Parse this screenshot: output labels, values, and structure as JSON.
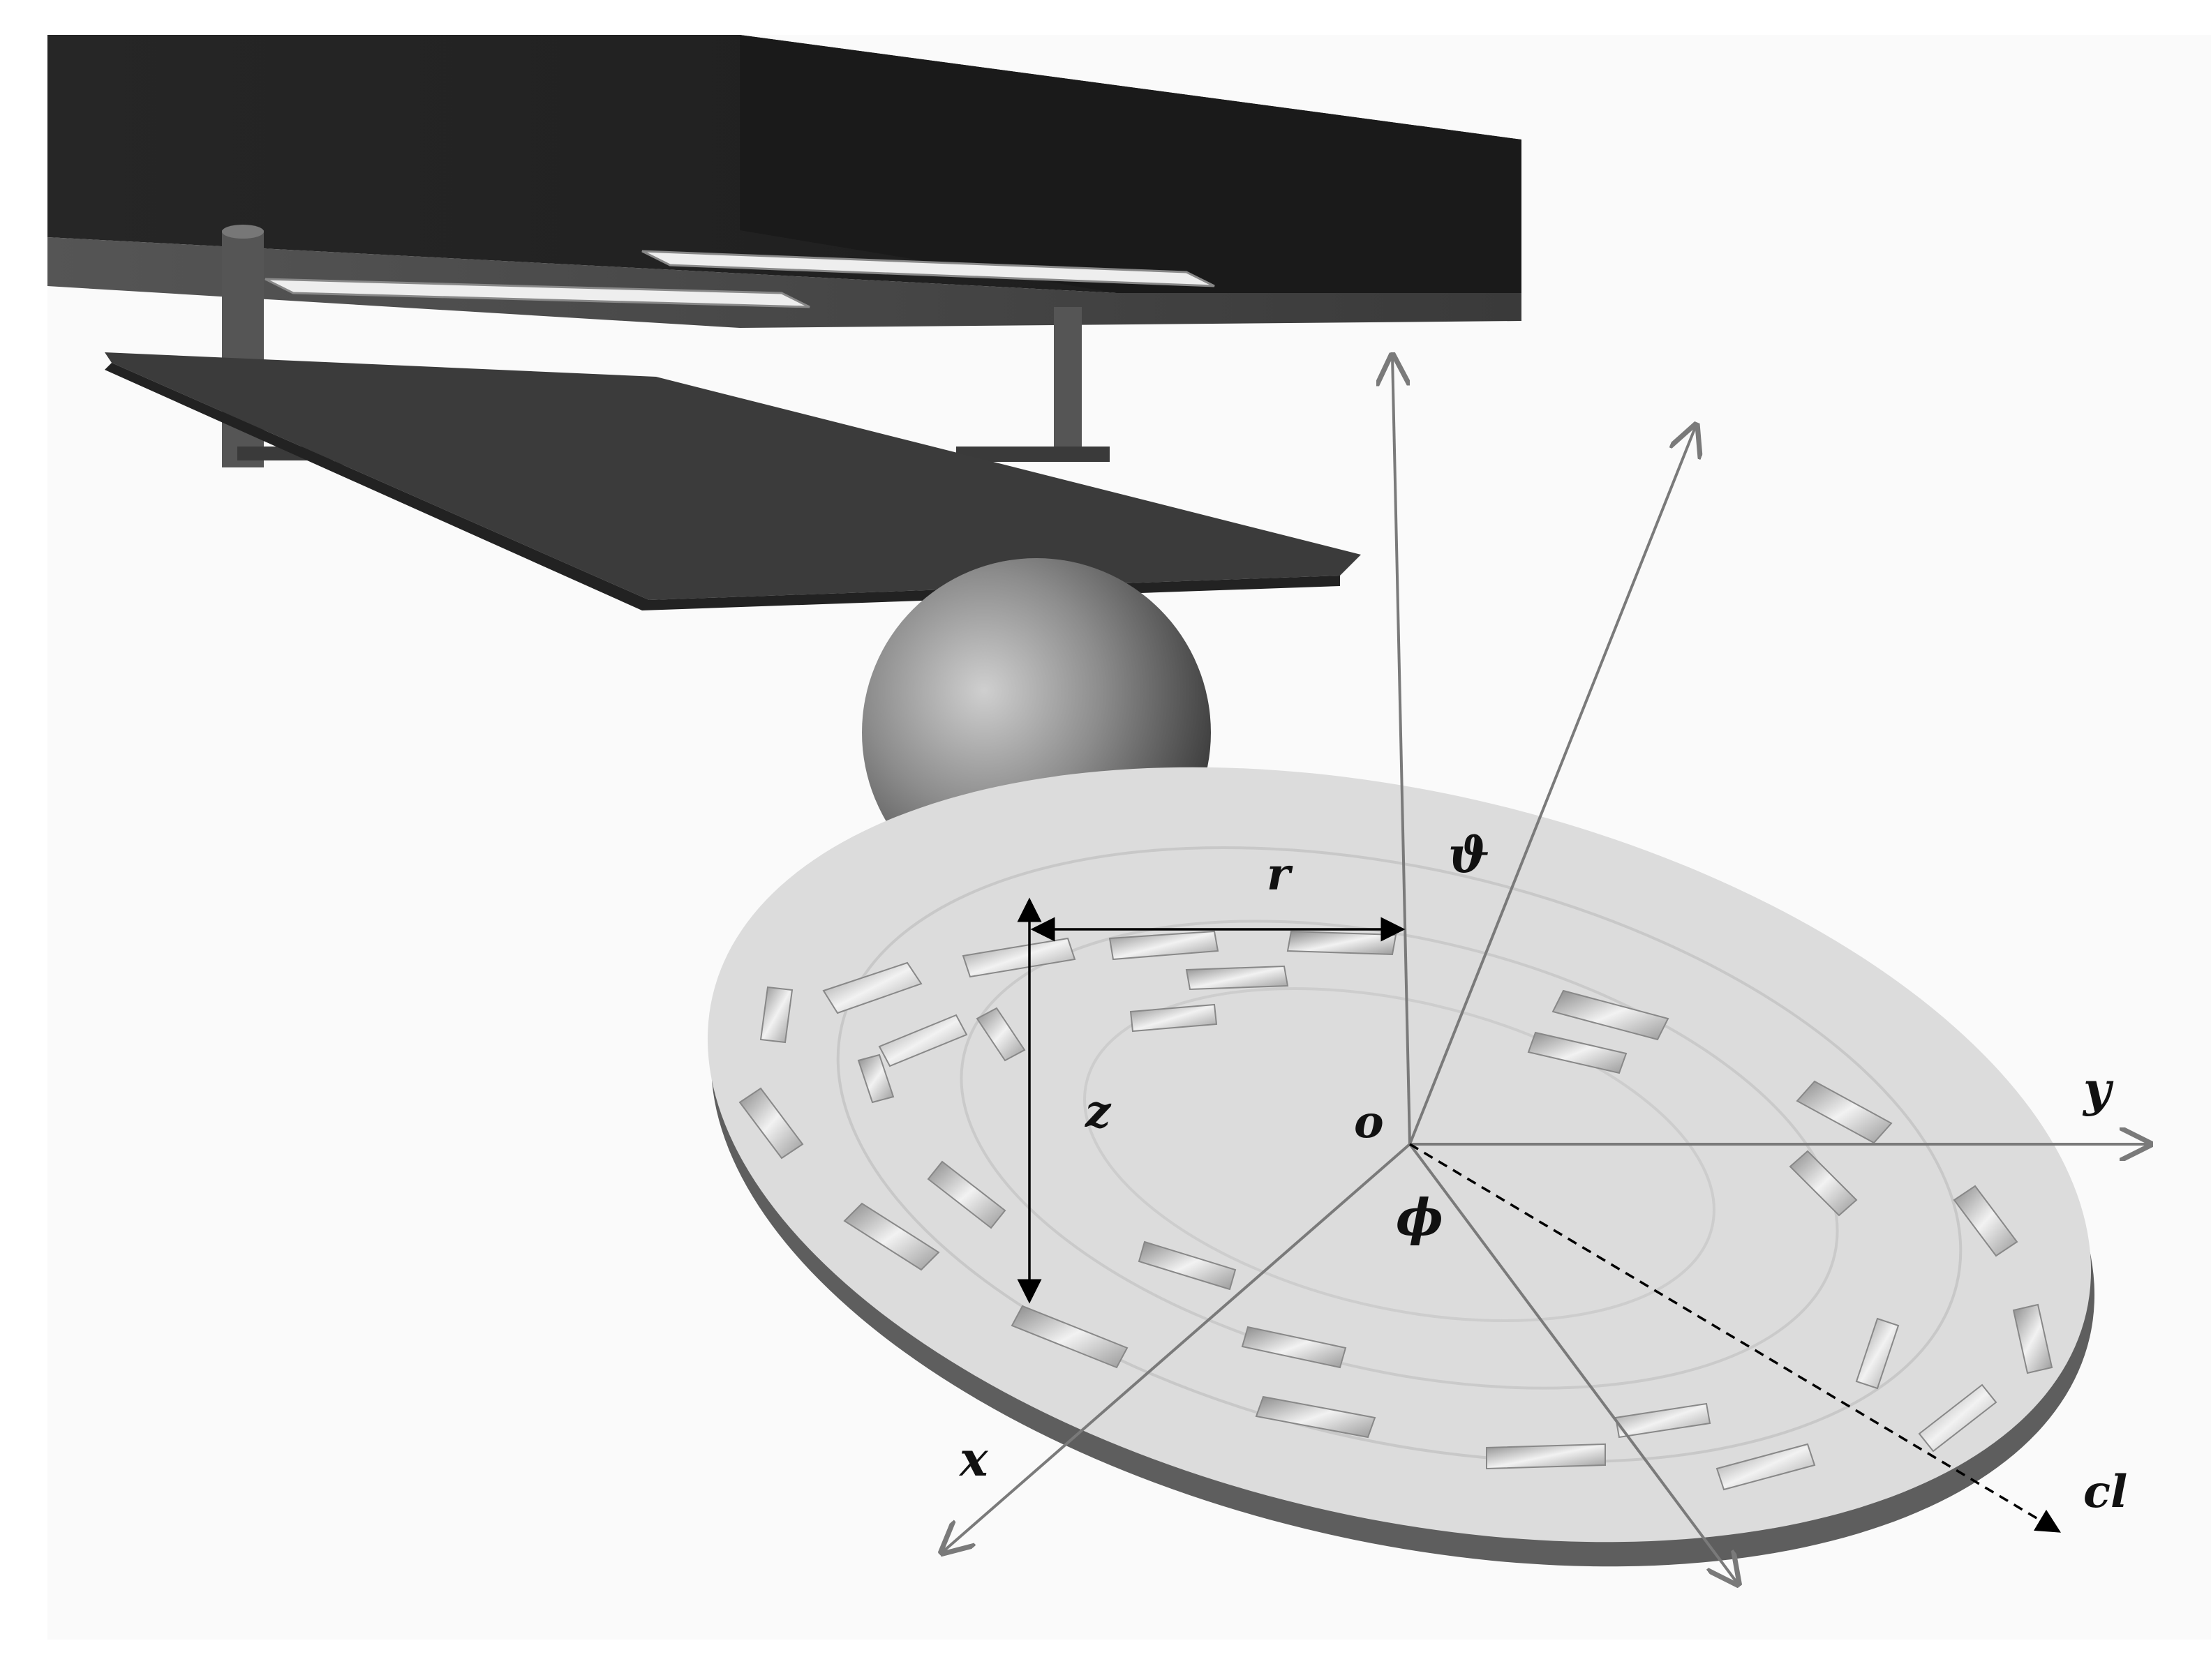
{
  "labels": {
    "r": "r",
    "theta": "ϑ",
    "z": "z",
    "o": "o",
    "y": "y",
    "phi": "ϕ",
    "x": "x",
    "cl": "cl"
  },
  "colors": {
    "background": "#fafafa",
    "housing_dark": "#2b2b2b",
    "housing_front": "#4a4a4a",
    "cantilever": "#3a3a3a",
    "disk_top": "#d9d9d9",
    "disk_edge": "#6e6e6e",
    "slot_fill": "#b8b8b8",
    "axis_line": "#7a7a7a",
    "dimension_line": "#000000"
  }
}
